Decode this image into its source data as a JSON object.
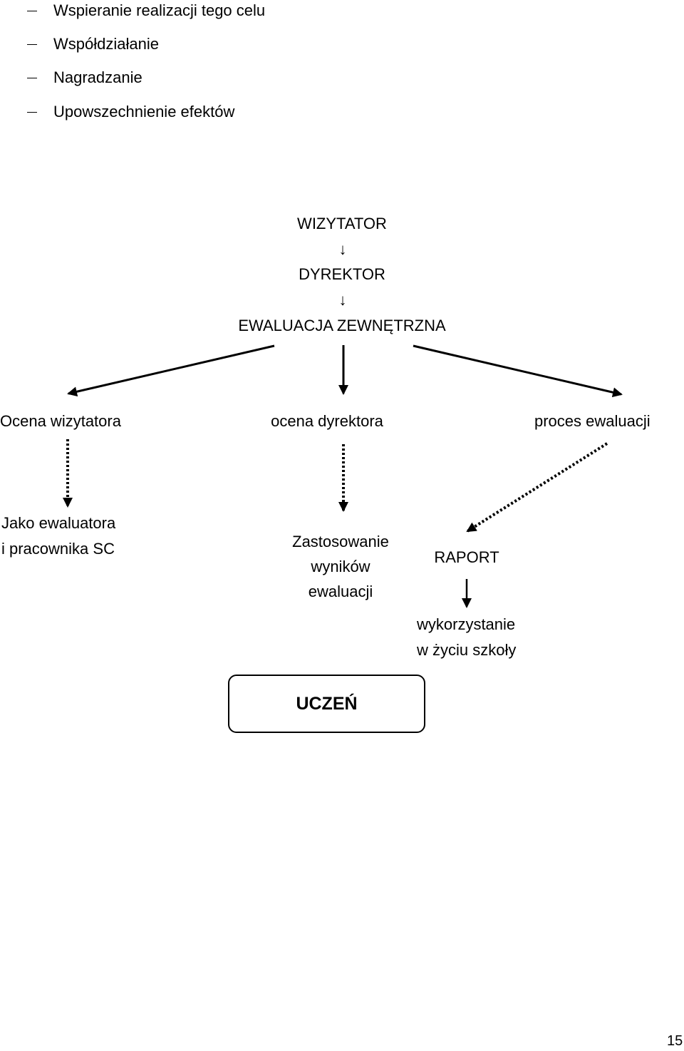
{
  "bullets": [
    "Wspieranie realizacji tego celu",
    "Współdziałanie",
    "Nagradzanie",
    "Upowszechnienie efektów"
  ],
  "hierarchy": {
    "level1": "WIZYTATOR",
    "level2": "DYREKTOR",
    "level3": "EWALUACJA ZEWNĘTRZNA",
    "arrow_glyph": "↓"
  },
  "branches": {
    "left": "Ocena wizytatora",
    "middle": "ocena dyrektora",
    "right": "proces ewaluacji"
  },
  "outcomes": {
    "left_line1": "Jako ewaluatora",
    "left_line2": "i pracownika SC",
    "middle_line1": "Zastosowanie",
    "middle_line2": "wyników",
    "middle_line3": "ewaluacji",
    "raport": "RAPORT",
    "usage_line1": "wykorzystanie",
    "usage_line2": "w życiu szkoły"
  },
  "box_label": "UCZEŃ",
  "page_number": "15"
}
